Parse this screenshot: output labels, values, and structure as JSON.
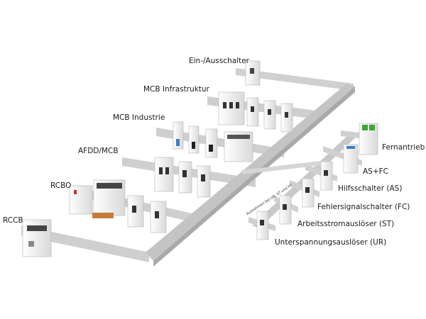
{
  "labels": {
    "ein_aus": "Ein-/Ausschalter",
    "mcb_infra": "MCB Infrastruktur",
    "mcb_industrie": "MCB Industrie",
    "afdd_mcb": "AFDD/MCB",
    "rcbo": "RCBO",
    "rccb": "RCCB",
    "fernantrieb": "Fernantrieb",
    "as_fc": "AS+FC",
    "hilfsschalter": "Hilfsschalter (AS)",
    "fehlersignal": "Fehlersignalschalter (FC)",
    "arbeitsstrom": "Arbeitsstromauslöser (ST)",
    "unterspannung": "Unterspannungsauslöser (UR)",
    "ausnahmen": "Ausnahmen bei UR, ST und FC"
  },
  "colors": {
    "rail_top": "#d2d2d2",
    "rail_side": "#a8a8a8",
    "device_body": "#f2f2f2",
    "accent_green": "#3fa535",
    "accent_blue": "#3a7fc4"
  }
}
